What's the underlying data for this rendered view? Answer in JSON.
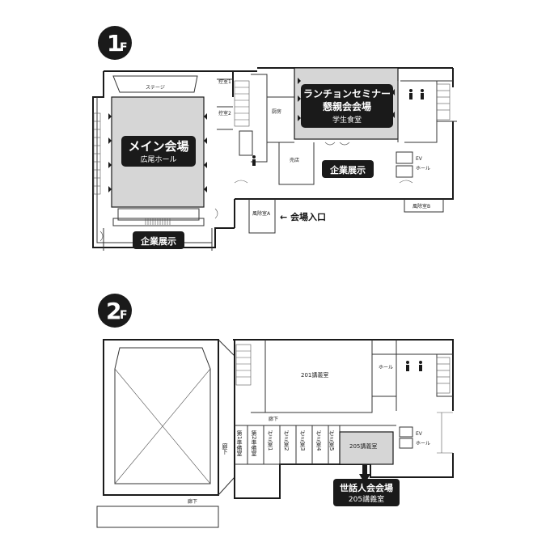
{
  "floors": {
    "f1": {
      "badge_num": "1",
      "badge_unit": "F",
      "main_hall": {
        "title": "メイン会場",
        "sub": "広尾ホール"
      },
      "seminar": {
        "line1": "ランチョンセミナー",
        "line2": "懇親会会場",
        "sub": "学生食堂"
      },
      "expo_right": "企業展示",
      "expo_left": "企業展示",
      "entrance": "← 会場入口",
      "labels": {
        "stage": "ステージ",
        "room_a": "控室1",
        "room_b": "控室2",
        "kitchen": "厨房",
        "shop": "売店",
        "ev": "EV",
        "ev_hall": "ホール",
        "wind_a": "風除室A",
        "wind_b": "風除室B"
      }
    },
    "f2": {
      "badge_num": "2",
      "badge_unit": "F",
      "labels": {
        "r201": "201講義室",
        "r205": "205講義室",
        "hall": "ホール",
        "corridor_top": "廊下",
        "corridor_left": "廊下",
        "corridor_bottom": "廊下",
        "ev": "EV",
        "ev_hall": "ホール",
        "prep1": "第1準備室",
        "prep2": "第2準備室",
        "sem1": "ゼミ室1",
        "sem2": "ゼミ室2",
        "sem3": "ゼミ室3",
        "sem4": "ゼミ室4",
        "sem5": "ゼミ室5"
      },
      "callout": {
        "title": "世話人会会場",
        "sub": "205講義室"
      }
    }
  },
  "colors": {
    "dark": "#1a1a1a",
    "gray": "#d6d6d6",
    "white": "#ffffff"
  }
}
